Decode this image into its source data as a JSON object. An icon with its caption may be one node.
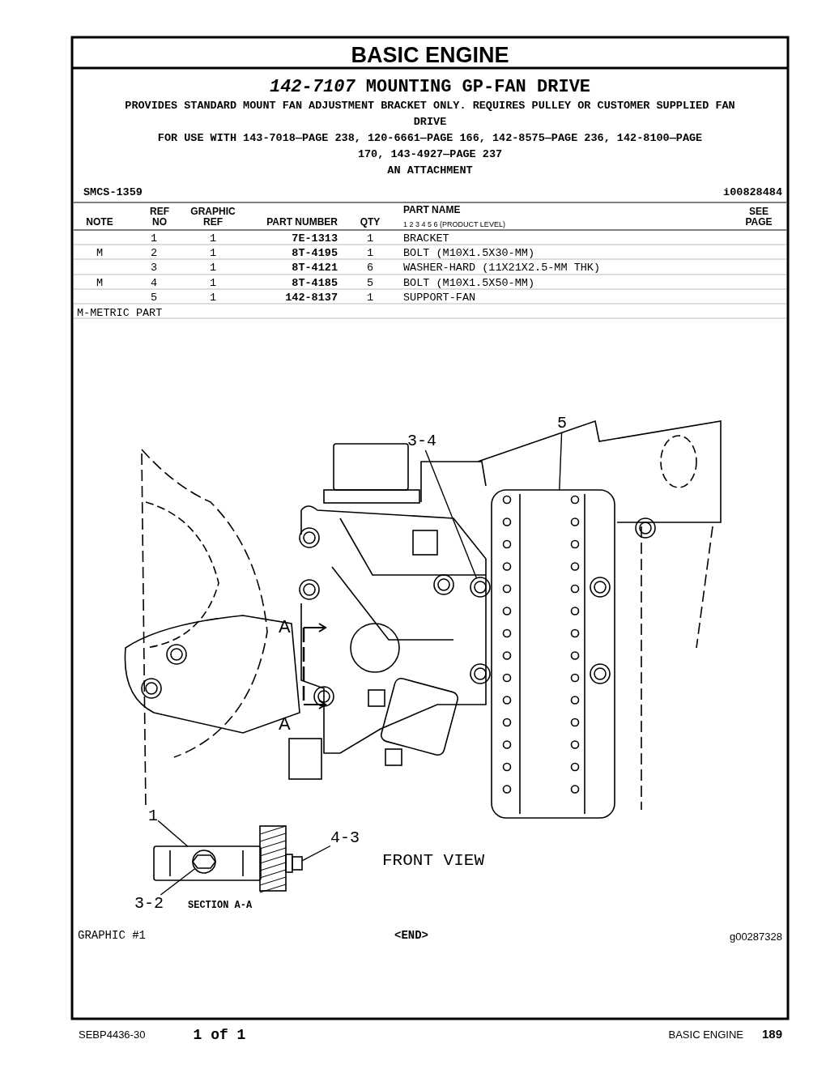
{
  "diagram": {
    "title": "BASIC ENGINE",
    "nodes": [
      {
        "text": [
          "5"
        ]
      },
      {
        "text": [
          "3-4"
        ]
      },
      {
        "text": [
          "1"
        ]
      },
      {
        "text": [
          "3-2"
        ]
      },
      {
        "text": [
          "4-3"
        ]
      },
      {
        "text": [],
        "shape": "box"
      },
      {
        "text": [],
        "shape": "circle"
      },
      {
        "text": [],
        "shape": "box"
      },
      {
        "text": [],
        "shape": "circle",
        "in": 7
      },
      {
        "text": [],
        "shape": "box"
      }
    ],
    "edges": [
      {
        "from": 0,
        "to": 5,
        "arrow": "none"
      },
      {
        "from": 1,
        "to": 6,
        "arrow": "none"
      },
      {
        "from": 2,
        "to": 7,
        "arrow": "none"
      },
      {
        "from": 3,
        "to": 8,
        "arrow": "none"
      },
      {
        "from": 4,
        "to": 9,
        "arrow": "none"
      }
    ],
    "labels": [
      "*142-7107* MOUNTING GP-FAN DRIVE",
      "PROVIDES STANDARD MOUNT FAN ADJUSTMENT BRACKET ONLY. REQUIRES PULLEY OR CUSTOMER SUPPLIED FAN DRIVE",
      "FOR USE WITH 143-7018—PAGE 238, 120-6661—PAGE 166, 142-8575—PAGE 236, 142-8100—PAGE 170, 143-4927—PAGE 237",
      "AN ATTACHMENT",
      "SMCS-1359",
      "i00828484",
      "NOTE",
      "REF NO",
      "GRAPHIC REF",
      "PART NUMBER",
      "QTY",
      "PART NAME",
      "1 2 3 4 5 6 (PRODUCT LEVEL)",
      "SEE PAGE",
      "1",
      "1",
      "7E-1313",
      "1",
      "BRACKET",
      "M",
      "2",
      "1",
      "8T-4195",
      "1",
      "BOLT (M10X1.5X30-MM)",
      "3",
      "1",
      "8T-4121",
      "6",
      "WASHER-HARD (11X21X2.5-MM THK)",
      "M",
      "4",
      "1",
      "8T-4185",
      "5",
      "BOLT (M10X1.5X50-MM)",
      "5",
      "1",
      "142-8137",
      "1",
      "SUPPORT-FAN",
      "M-METRIC PART",
      "A",
      "A",
      "FRONT VIEW",
      "SECTION A-A",
      "GRAPHIC #1",
      "<END>",
      "g00287328",
      "SEBP4436-30",
      "1 of 1",
      "BASIC ENGINE",
      "189"
    ]
  }
}
